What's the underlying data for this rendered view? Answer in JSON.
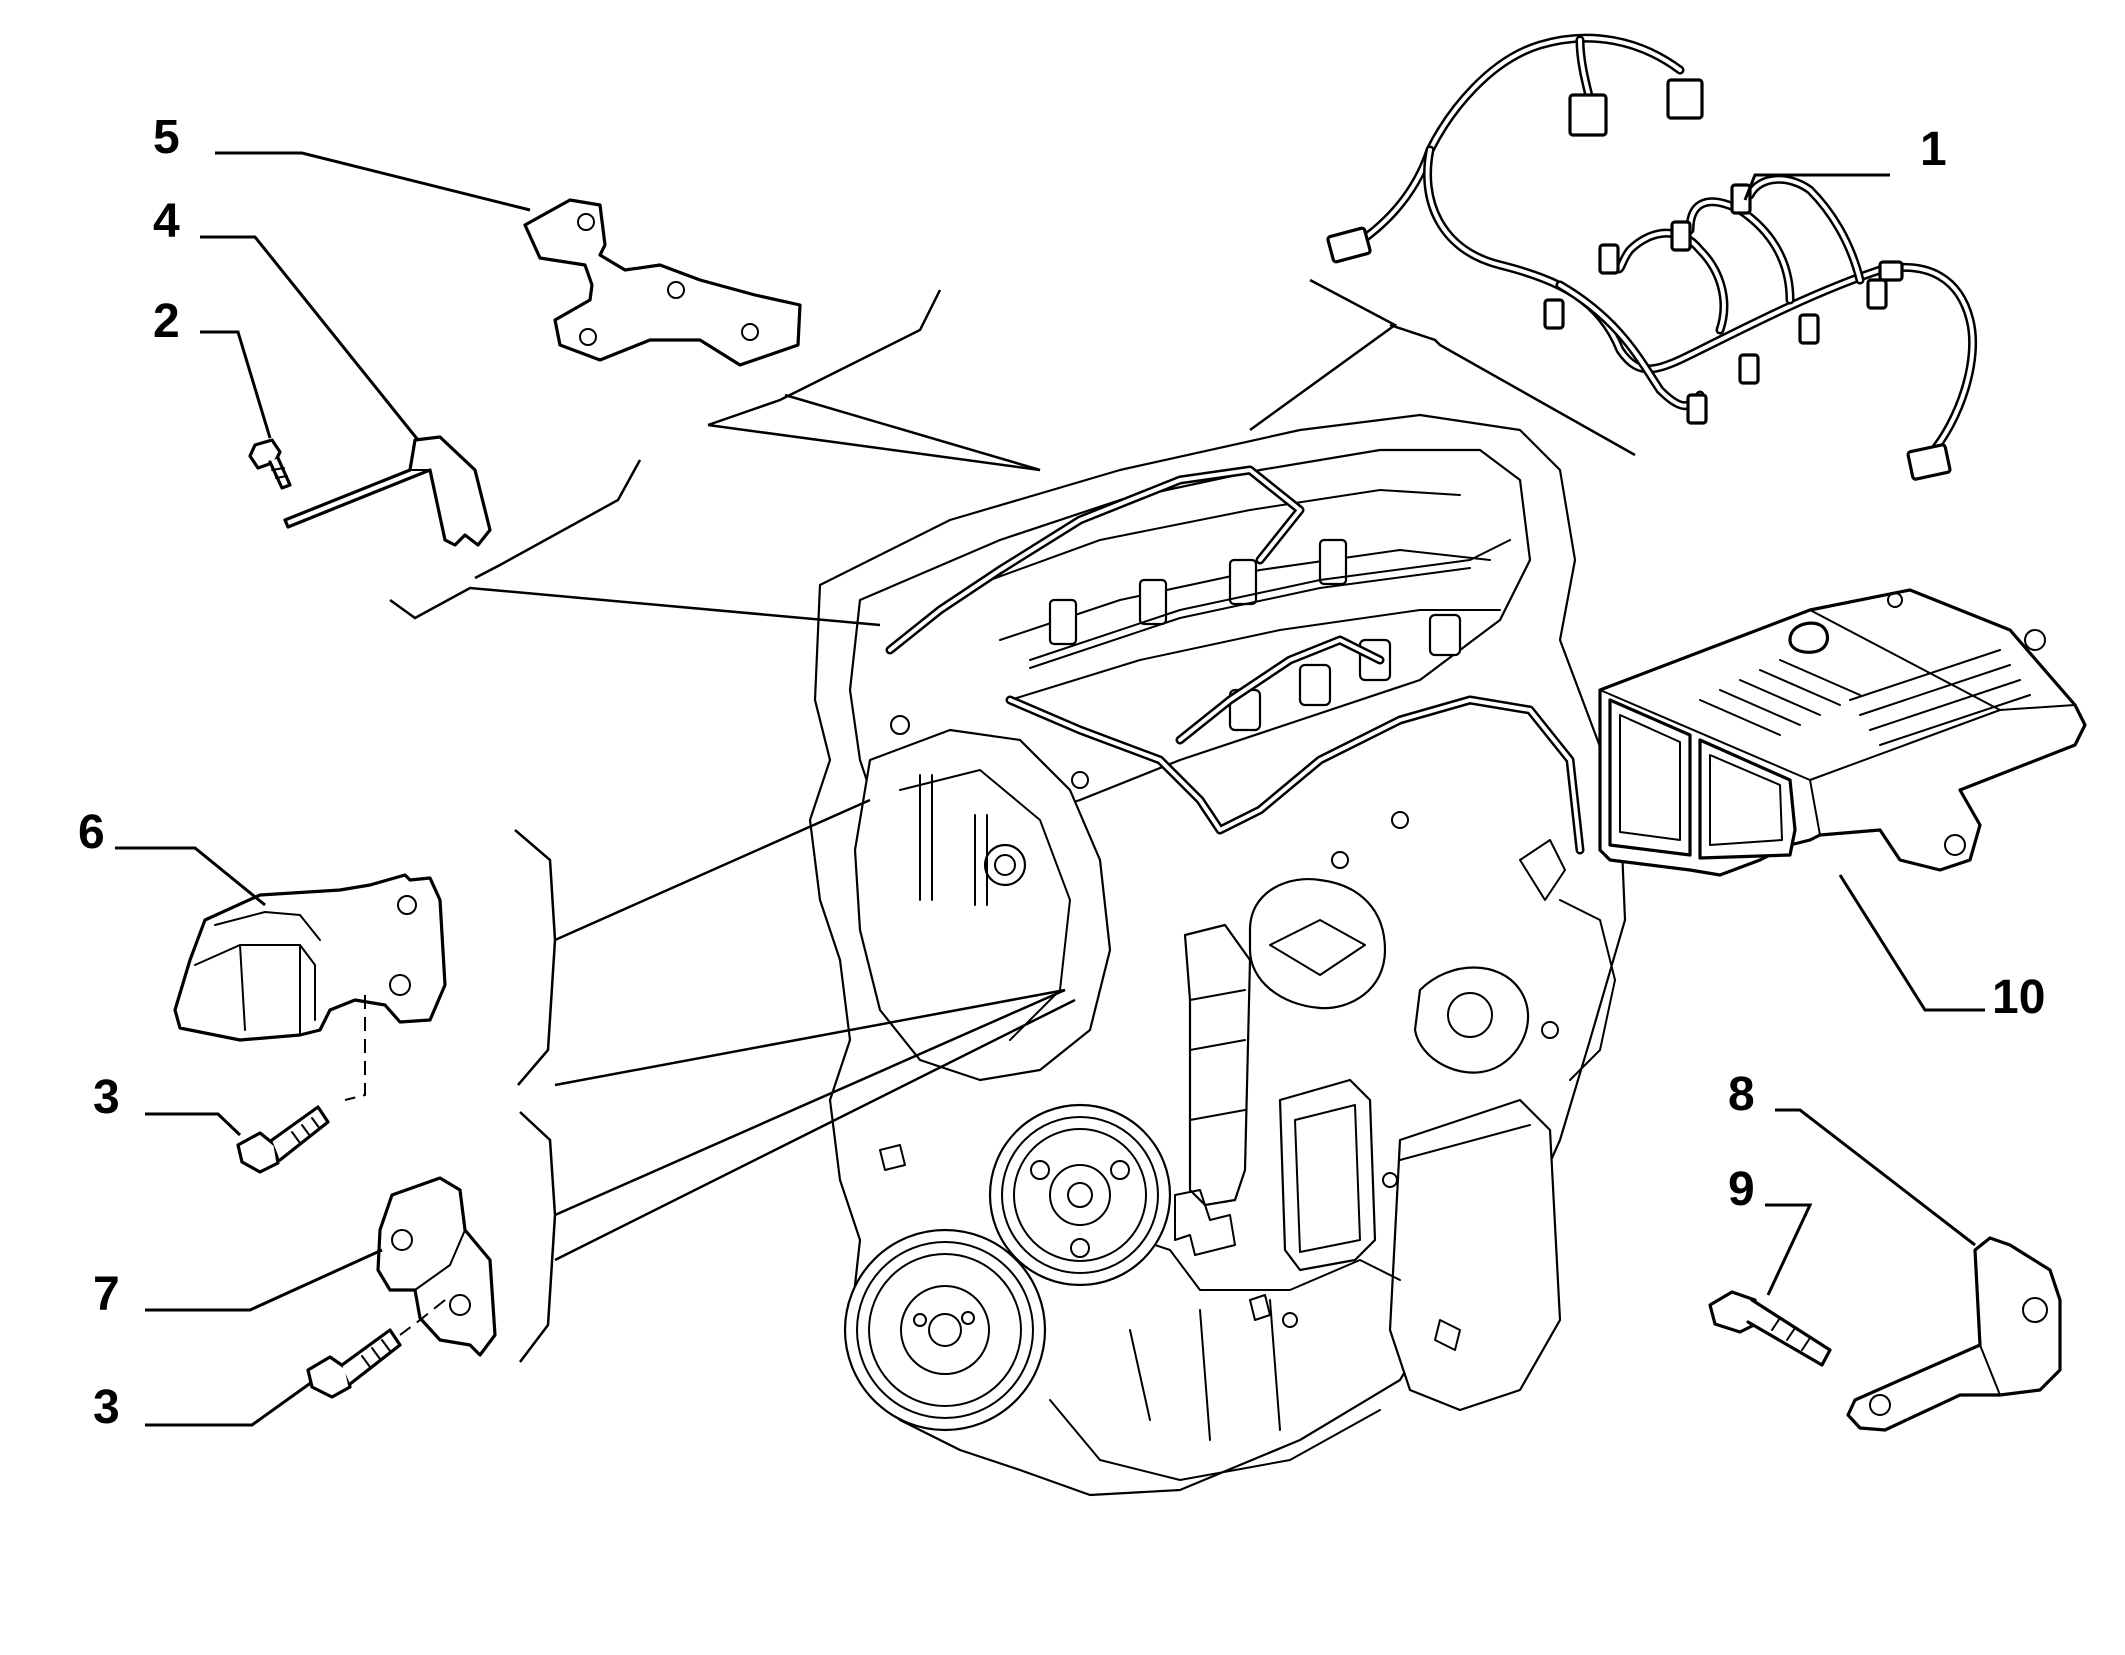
{
  "diagram": {
    "callouts": [
      {
        "id": "1",
        "label": "1"
      },
      {
        "id": "2",
        "label": "2"
      },
      {
        "id": "3a",
        "label": "3"
      },
      {
        "id": "3b",
        "label": "3"
      },
      {
        "id": "4",
        "label": "4"
      },
      {
        "id": "5",
        "label": "5"
      },
      {
        "id": "6",
        "label": "6"
      },
      {
        "id": "7",
        "label": "7"
      },
      {
        "id": "8",
        "label": "8"
      },
      {
        "id": "9",
        "label": "9"
      },
      {
        "id": "10",
        "label": "10"
      }
    ],
    "parts": {
      "1": "wiring-harness",
      "2": "screw",
      "3": "bolt",
      "4": "bracket",
      "5": "bracket",
      "6": "clamp-bracket",
      "7": "bracket",
      "8": "bracket",
      "9": "bolt",
      "10": "control-unit"
    }
  }
}
